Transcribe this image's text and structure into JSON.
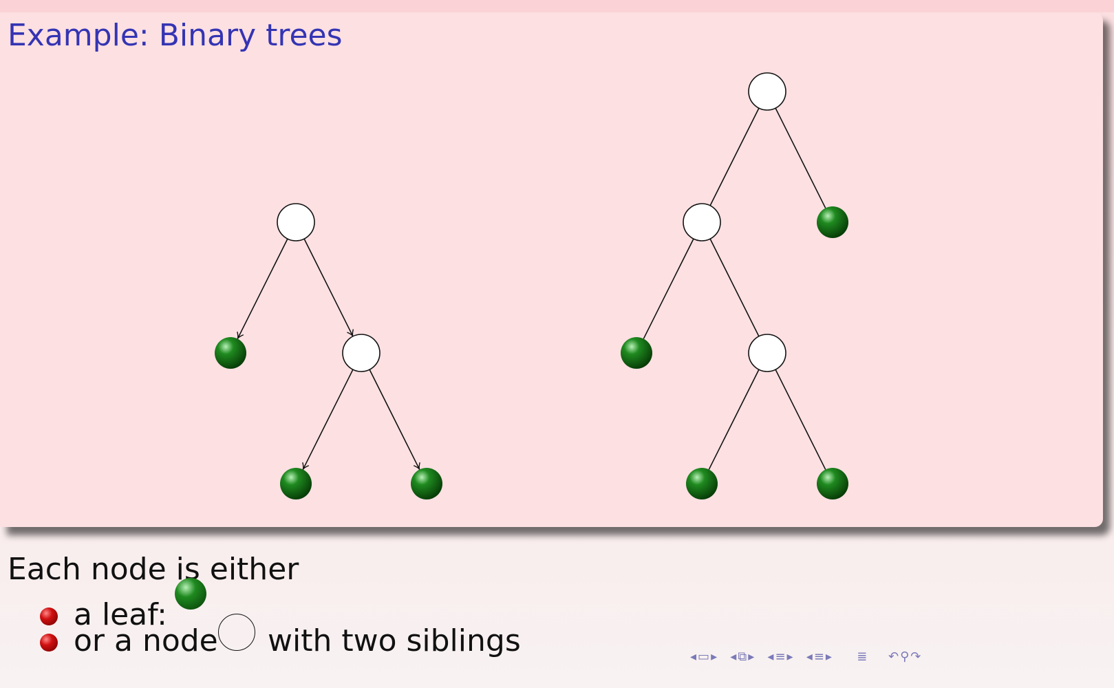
{
  "slide": {
    "title": "Example: Binary trees",
    "intro": "Each node is either",
    "item_leaf": "a leaf:",
    "item_node_prefix": "or a node",
    "item_node_suffix": "with two siblings"
  },
  "colors": {
    "title": "#3434b3",
    "block_background": "#fce0e2",
    "leaf": "#0a5a0a",
    "bullet": "#c00000"
  },
  "trees": {
    "left": {
      "arrows": true,
      "nodes": [
        {
          "id": "L0",
          "kind": "node"
        },
        {
          "id": "L1",
          "kind": "leaf",
          "parent": "L0"
        },
        {
          "id": "L2",
          "kind": "node",
          "parent": "L0"
        },
        {
          "id": "L3",
          "kind": "leaf",
          "parent": "L2"
        },
        {
          "id": "L4",
          "kind": "leaf",
          "parent": "L2"
        }
      ]
    },
    "right": {
      "arrows": false,
      "nodes": [
        {
          "id": "R0",
          "kind": "node"
        },
        {
          "id": "R1",
          "kind": "node",
          "parent": "R0"
        },
        {
          "id": "R2",
          "kind": "leaf",
          "parent": "R0"
        },
        {
          "id": "R3",
          "kind": "leaf",
          "parent": "R1"
        },
        {
          "id": "R4",
          "kind": "node",
          "parent": "R1"
        },
        {
          "id": "R5",
          "kind": "leaf",
          "parent": "R4"
        },
        {
          "id": "R6",
          "kind": "leaf",
          "parent": "R4"
        }
      ]
    }
  },
  "navigation": {
    "icons": [
      "arrow-left-icon",
      "frame-icon",
      "arrow-right-icon",
      "arrow-left-icon",
      "subsection-icon",
      "arrow-right-icon",
      "arrow-left-icon",
      "section-icon",
      "arrow-right-icon",
      "arrow-left-icon",
      "toc-icon",
      "arrow-right-icon",
      "align-icon",
      "back-icon",
      "search-icon",
      "forward-icon"
    ]
  }
}
